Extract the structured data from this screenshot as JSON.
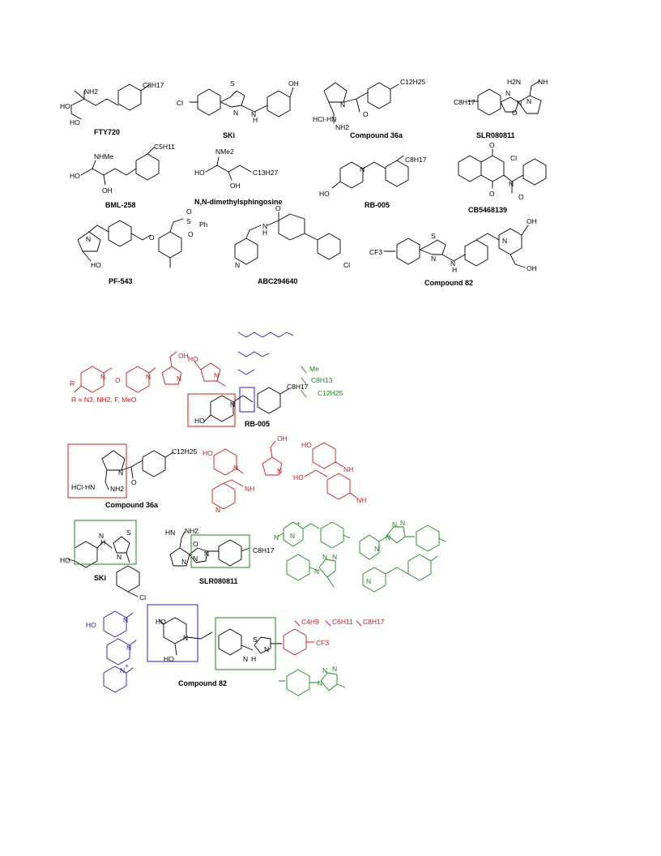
{
  "compounds_top": [
    {
      "label": "FTY720",
      "atoms": [
        "NH2",
        "HO",
        "HO",
        "C8H17"
      ]
    },
    {
      "label": "SKi",
      "atoms": [
        "Cl",
        "S",
        "N",
        "N",
        "H",
        "OH"
      ]
    },
    {
      "label": "Compound 36a",
      "atoms": [
        "N",
        "O",
        "HCl·HN",
        "NH2",
        "C12H25"
      ]
    },
    {
      "label": "SLR080811",
      "atoms": [
        "C8H17",
        "N",
        "O",
        "N",
        "NH",
        "H2N",
        "N"
      ]
    },
    {
      "label": "BML-258",
      "atoms": [
        "NHMe",
        "HO",
        "OH",
        "C5H11"
      ]
    },
    {
      "label": "N,N-dimethylsphingosine",
      "atoms": [
        "NMe2",
        "HO",
        "OH",
        "C13H27"
      ]
    },
    {
      "label": "RB-005",
      "atoms": [
        "N",
        "HO",
        "C8H17"
      ]
    },
    {
      "label": "CB5468139",
      "atoms": [
        "O",
        "O",
        "Cl",
        "N",
        "O"
      ]
    },
    {
      "label": "PF-543",
      "atoms": [
        "N",
        "HO",
        "O",
        "S",
        "O",
        "O",
        "Ph"
      ]
    },
    {
      "label": "ABC294640",
      "atoms": [
        "N",
        "H",
        "N",
        "O",
        "Cl"
      ]
    },
    {
      "label": "Compound 82",
      "atoms": [
        "CF3",
        "S",
        "N",
        "N",
        "H",
        "N",
        "OH",
        "OH"
      ]
    }
  ],
  "sar": {
    "rb005": {
      "label": "RB-005",
      "core_atoms": [
        "N",
        "HO",
        "C8H17"
      ],
      "red_atoms": [
        "R",
        "N",
        "O",
        "N",
        "N",
        "OH",
        "HO",
        "N"
      ],
      "red_note": "R = N3, NH2, F, MeO",
      "green_atoms": [
        "Me",
        "C8H13",
        "C12H25"
      ]
    },
    "c36a": {
      "label": "Compound 36a",
      "core_atoms": [
        "N",
        "O",
        "HCl·HN",
        "NH2",
        "C12H25"
      ],
      "red_atoms": [
        "HO",
        "N",
        "OH",
        "N",
        "HO",
        "NH",
        "N",
        "NH",
        "HO",
        "NH"
      ]
    },
    "ski": {
      "label": "SKi",
      "core_atoms": [
        "N",
        "H",
        "S",
        "N",
        "HO",
        "Cl"
      ],
      "slr_label": "SLR080811",
      "slr_atoms": [
        "NH2",
        "HN",
        "N",
        "O",
        "N",
        "N",
        "C8H17"
      ],
      "green_atoms": [
        "N",
        "+",
        "N",
        "N",
        "N",
        "N",
        "N",
        "N",
        "N",
        "N",
        "N"
      ]
    },
    "c82": {
      "label": "Compound 82",
      "core_atoms": [
        "HO",
        "N",
        "HO",
        "S",
        "N",
        "N",
        "H"
      ],
      "blue_atoms": [
        "HO",
        "N",
        "N",
        "N",
        "+"
      ],
      "red_atoms": [
        "C4H9",
        "C6H11",
        "C8H17",
        "CF3"
      ],
      "green_atoms": [
        "N",
        "N",
        "N"
      ]
    }
  },
  "colors": {
    "red": "#d01818",
    "blue": "#2020c8",
    "green": "#1a8a1a",
    "black": "#000000"
  }
}
